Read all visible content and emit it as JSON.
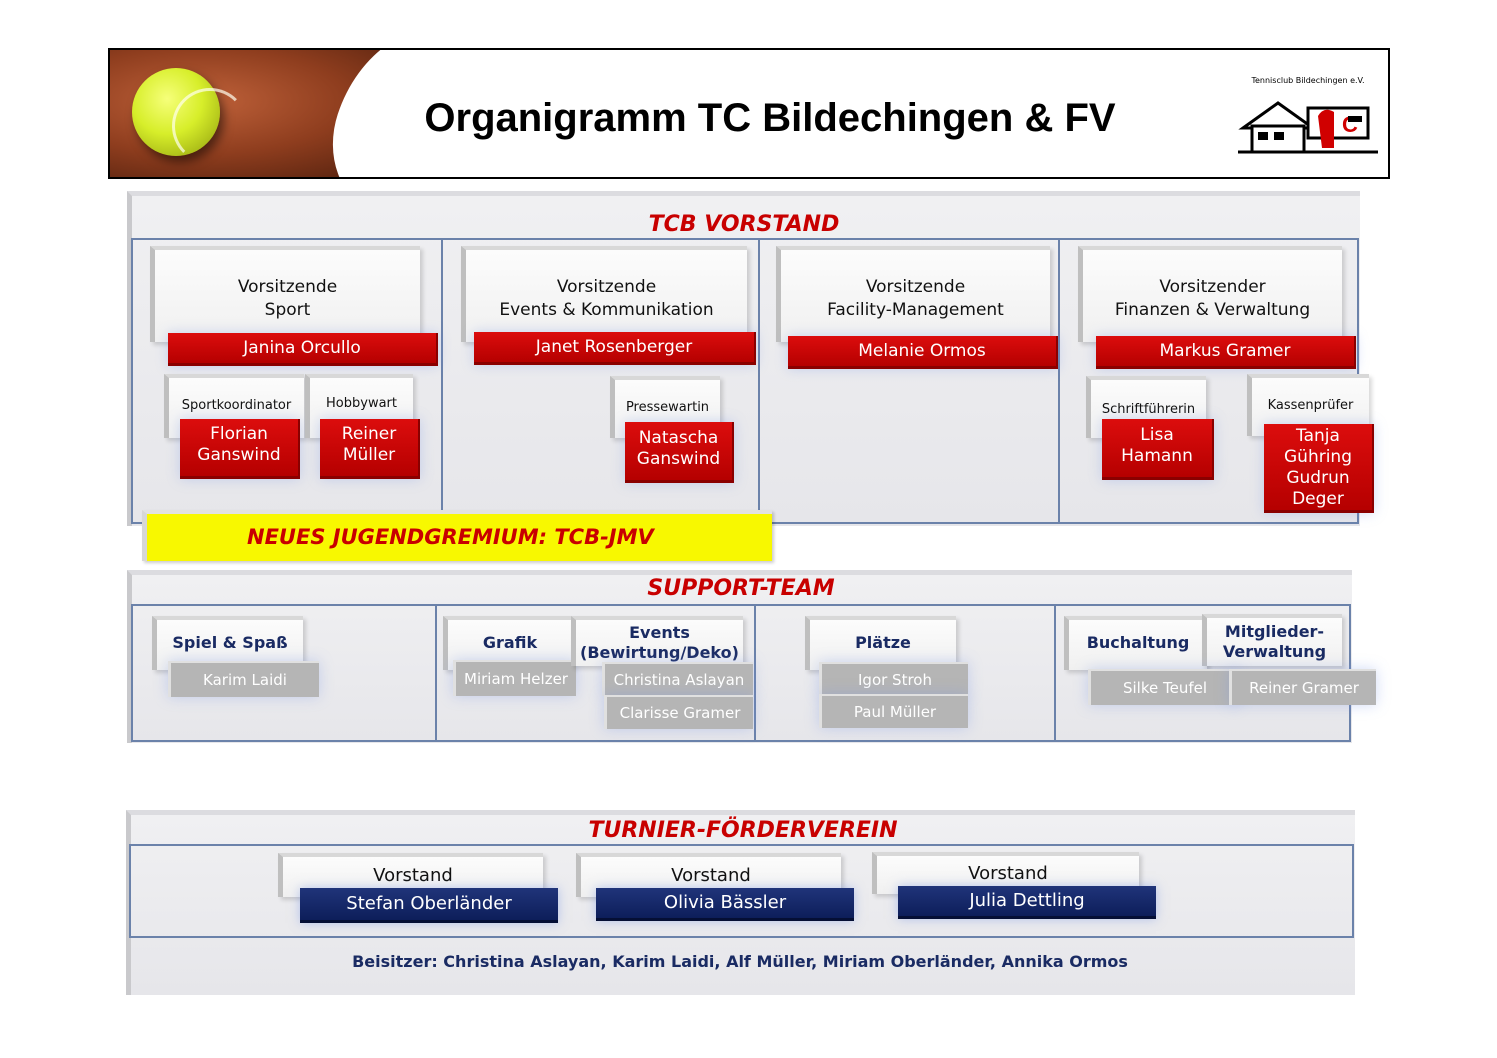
{
  "header": {
    "title": "Organigramm TC Bildechingen & FV",
    "logo_caption": "Tennisclub Bildechingen e.V."
  },
  "vorstand": {
    "title": "TCB VORSTAND",
    "columns": [
      {
        "role_line1": "Vorsitzende",
        "role_line2": "Sport",
        "person": "Janina Orcullo"
      },
      {
        "role_line1": "Vorsitzende",
        "role_line2": "Events & Kommunikation",
        "person": "Janet Rosenberger"
      },
      {
        "role_line1": "Vorsitzende",
        "role_line2": "Facility-Management",
        "person": "Melanie Ormos"
      },
      {
        "role_line1": "Vorsitzender",
        "role_line2": "Finanzen & Verwaltung",
        "person": "Markus Gramer"
      }
    ],
    "sub_roles": {
      "sportkoordinator": {
        "label": "Sportkoordinator",
        "line1": "Florian",
        "line2": "Ganswind"
      },
      "hobbywart": {
        "label": "Hobbywart",
        "line1": "Reiner",
        "line2": "Müller"
      },
      "pressewartin": {
        "label": "Pressewartin",
        "line1": "Natascha",
        "line2": "Ganswind"
      },
      "schriftfuehrerin": {
        "label": "Schriftführerin",
        "line1": "Lisa",
        "line2": "Hamann"
      },
      "kassenpruefer": {
        "label": "Kassenprüfer",
        "line1": "Tanja",
        "line2": "Gühring",
        "line3": "Gudrun",
        "line4": "Deger"
      }
    }
  },
  "jugend": {
    "label": "NEUES JUGENDGREMIUM: TCB-JMV"
  },
  "support": {
    "title": "SUPPORT-TEAM",
    "spiel": {
      "label": "Spiel & Spaß",
      "members": [
        "Karim Laidi"
      ]
    },
    "grafik": {
      "label": "Grafik",
      "members": [
        "Miriam Helzer"
      ]
    },
    "events": {
      "line1": "Events",
      "line2": "(Bewirtung/Deko)",
      "members": [
        "Christina Aslayan",
        "Clarisse Gramer"
      ]
    },
    "plaetze": {
      "label": "Plätze",
      "members": [
        "Igor Stroh",
        "Paul Müller"
      ]
    },
    "buchhaltung": {
      "label": "Buchaltung",
      "members": [
        "Silke Teufel"
      ]
    },
    "mitglieder": {
      "line1": "Mitglieder-",
      "line2": "Verwaltung",
      "members": [
        "Reiner Gramer"
      ]
    }
  },
  "foerderverein": {
    "title": "TURNIER-FÖRDERVEREIN",
    "boards": [
      {
        "role": "Vorstand",
        "person": "Stefan Oberländer"
      },
      {
        "role": "Vorstand",
        "person": "Olivia Bässler"
      },
      {
        "role": "Vorstand",
        "person": "Julia Dettling"
      }
    ],
    "beisitzer": "Beisitzer: Christina Aslayan, Karim Laidi, Alf Müller, Miriam Oberländer, Annika Ormos"
  },
  "colors": {
    "red": "#c80000",
    "navy": "#1a2b63",
    "yellow": "#f8f800",
    "grid": "#6b82aa"
  }
}
